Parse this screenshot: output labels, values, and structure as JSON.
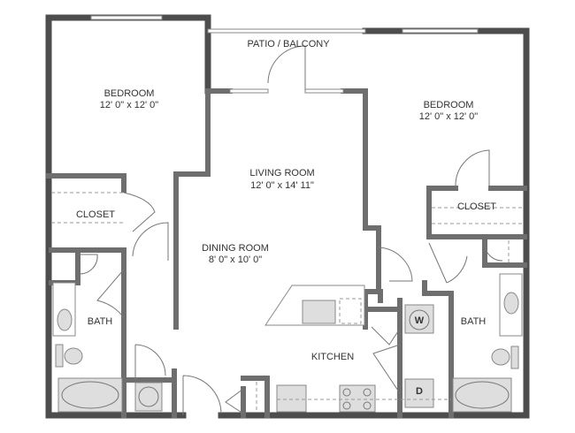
{
  "rooms": {
    "bedroom_left": {
      "name": "BEDROOM",
      "size": "12' 0\" x 12' 0\""
    },
    "bedroom_right": {
      "name": "BEDROOM",
      "size": "12' 0\" x 12' 0\""
    },
    "patio": {
      "name": "PATIO / BALCONY"
    },
    "living": {
      "name": "LIVING ROOM",
      "size": "12' 0\" x 14' 11\""
    },
    "dining": {
      "name": "DINING ROOM",
      "size": "8' 0\" x 10' 0\""
    },
    "closet_left": {
      "name": "CLOSET"
    },
    "closet_right": {
      "name": "CLOSET"
    },
    "bath_left": {
      "name": "BATH"
    },
    "bath_right": {
      "name": "BATH"
    },
    "kitchen": {
      "name": "KITCHEN"
    }
  },
  "appliances": {
    "washer": "W",
    "dryer": "D"
  }
}
